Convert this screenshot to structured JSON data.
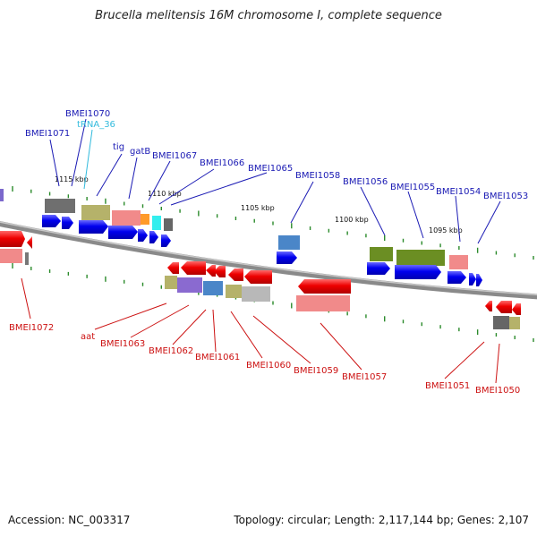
{
  "title": "Brucella melitensis 16M chromosome I, complete sequence",
  "footer": {
    "accession": "Accession: NC_003317",
    "summary": "Topology: circular; Length: 2,117,144 bp; Genes: 2,107"
  },
  "colors": {
    "forward_label": "#1a1ab4",
    "reverse_label": "#cc1111",
    "trna_label": "#33bbdd",
    "backbone": "#8a8a8a",
    "tick": "#2a8a2a",
    "forward_arrow": "#0a0aee",
    "reverse_arrow": "#ee0a0a"
  },
  "scale_labels": [
    "1115 kbp",
    "1110 kbp",
    "1105 kbp",
    "1100 kbp",
    "1095 kbp"
  ],
  "forward_labels": [
    "BMEI1071",
    "BMEI1070",
    "tRNA_36",
    "tig",
    "gatB",
    "BMEI1067",
    "BMEI1066",
    "BMEI1065",
    "BMEI1058",
    "BMEI1056",
    "BMEI1055",
    "BMEI1054",
    "BMEI1053"
  ],
  "reverse_labels": [
    "BMEI1072",
    "aat",
    "BMEI1063",
    "BMEI1062",
    "BMEI1061",
    "BMEI1060",
    "BMEI1059",
    "BMEI1057",
    "BMEI1051",
    "BMEI1050"
  ]
}
